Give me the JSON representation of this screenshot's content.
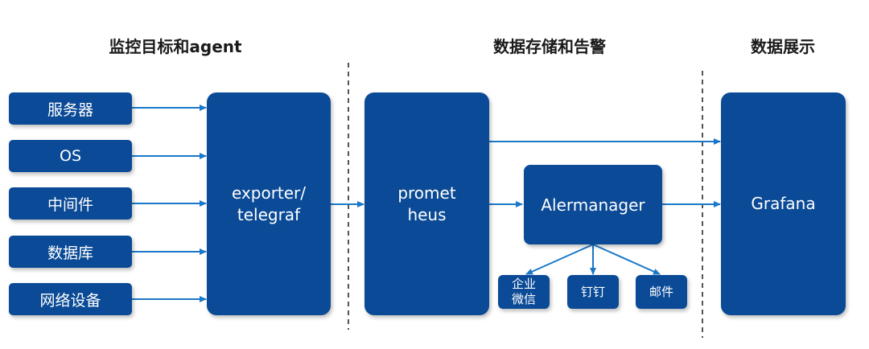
{
  "headings": {
    "monitoring": "监控目标和agent",
    "storage": "数据存储和告警",
    "display": "数据展示"
  },
  "sources": [
    {
      "label": "服务器"
    },
    {
      "label": "OS"
    },
    {
      "label": "中间件"
    },
    {
      "label": "数据库"
    },
    {
      "label": "网络设备"
    }
  ],
  "nodes": {
    "exporter": {
      "line1": "exporter/",
      "line2": "telegraf"
    },
    "prometheus": {
      "line1": "promet",
      "line2": "heus"
    },
    "alertmanager": {
      "label": "Alermanager"
    },
    "grafana": {
      "label": "Grafana"
    }
  },
  "alert_channels": [
    {
      "line1": "企业",
      "line2": "微信"
    },
    {
      "line1": "钉钉",
      "line2": ""
    },
    {
      "line1": "邮件",
      "line2": ""
    }
  ],
  "colors": {
    "box": "#0a4a96",
    "arrow": "#1a78c8",
    "divider": "#555555"
  }
}
